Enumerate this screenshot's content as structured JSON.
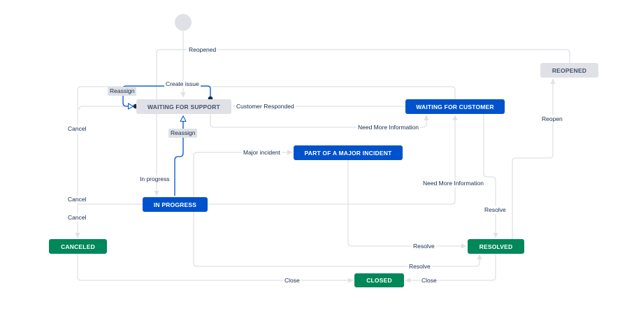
{
  "statuses": {
    "waiting_for_support": "WAITING FOR SUPPORT",
    "waiting_for_customer": "WAITING FOR CUSTOMER",
    "reopened": "REOPENED",
    "part_of_major_incident": "PART OF A MAJOR INCIDENT",
    "in_progress": "IN PROGRESS",
    "canceled": "CANCELED",
    "resolved": "RESOLVED",
    "closed": "CLOSED"
  },
  "transitions": {
    "reopened": "Reopened",
    "create_issue": "Create issue",
    "reassign_top": "Reassign",
    "customer_responded": "Customer Responded",
    "need_more_information_top": "Need More Information",
    "reassign_mid": "Reassign",
    "cancel_top": "Cancel",
    "major_incident": "Major incident",
    "in_progress": "In progress",
    "need_more_information_mid": "Need More Information",
    "cancel_mid": "Cancel",
    "cancel_low": "Cancel",
    "resolve_right": "Resolve",
    "reopen": "Reopen",
    "resolve_mid": "Resolve",
    "resolve_low": "Resolve",
    "close_left": "Close",
    "close_right": "Close"
  },
  "colors": {
    "grey_status": "#dfe1e6",
    "blue_status": "#0052cc",
    "green_status": "#00875a",
    "connector": "#dfe1e6",
    "selected_connector": "#0052cc"
  }
}
